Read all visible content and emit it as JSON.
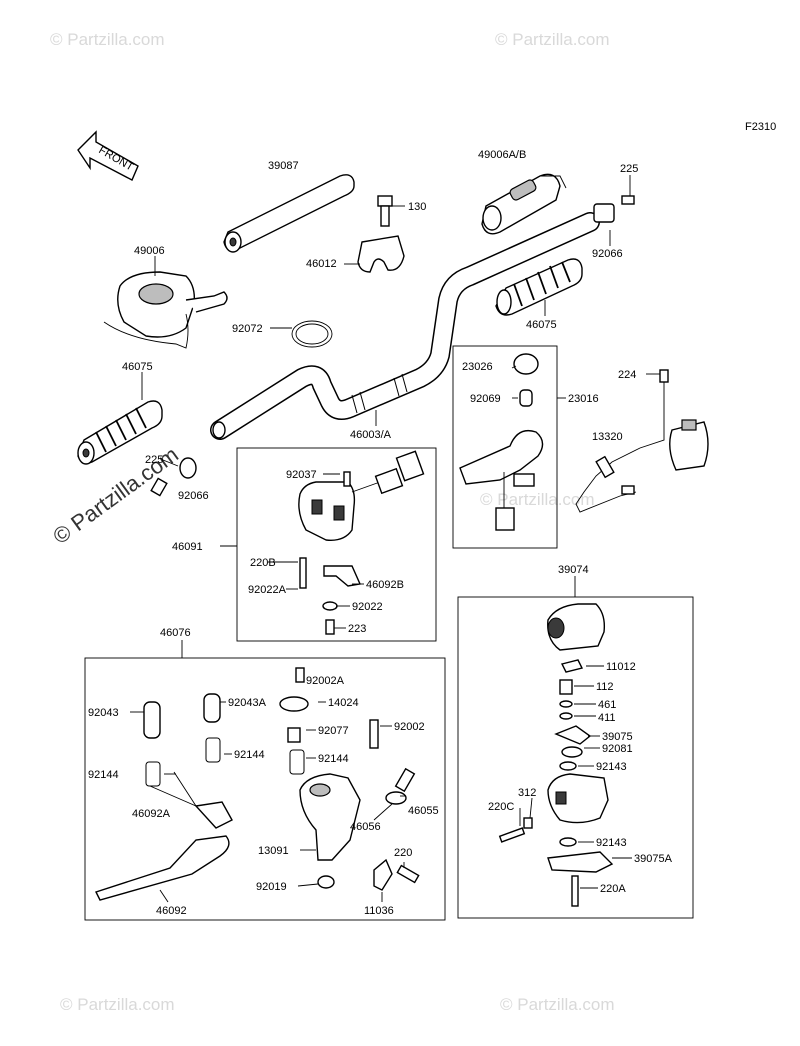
{
  "figure_code": "F2310",
  "front_arrow_label": "FRONT",
  "watermark_text": "© Partzilla.com",
  "labels": {
    "l39087": "39087",
    "l49006ab": "49006A/B",
    "l225_top": "225",
    "l130": "130",
    "l49006": "49006",
    "l46012": "46012",
    "l92066_top": "92066",
    "l92072": "92072",
    "l46075_right": "46075",
    "l46075_left": "46075",
    "l23026": "23026",
    "l92069": "92069",
    "l23016": "23016",
    "l224": "224",
    "l46003a": "46003/A",
    "l13320": "13320",
    "l225_left": "225",
    "l92066_left": "92066",
    "l92037": "92037",
    "l46091": "46091",
    "l220b": "220B",
    "l92022a": "92022A",
    "l46092b": "46092B",
    "l92022": "92022",
    "l223": "223",
    "l39074": "39074",
    "l46076": "46076",
    "l92002a": "92002A",
    "l92043": "92043",
    "l92043a": "92043A",
    "l14024": "14024",
    "l92077": "92077",
    "l92002": "92002",
    "l92144_a": "92144",
    "l92144_b": "92144",
    "l92144_c": "92144",
    "l46092a": "46092A",
    "l46055": "46055",
    "l46056": "46056",
    "l13091": "13091",
    "l220": "220",
    "l92019": "92019",
    "l11036": "11036",
    "l46092": "46092",
    "l11012": "11012",
    "l112": "112",
    "l461": "461",
    "l411": "411",
    "l39075": "39075",
    "l92081": "92081",
    "l92143_a": "92143",
    "l312": "312",
    "l220c": "220C",
    "l92143_b": "92143",
    "l39075a": "39075A",
    "l220a": "220A"
  }
}
